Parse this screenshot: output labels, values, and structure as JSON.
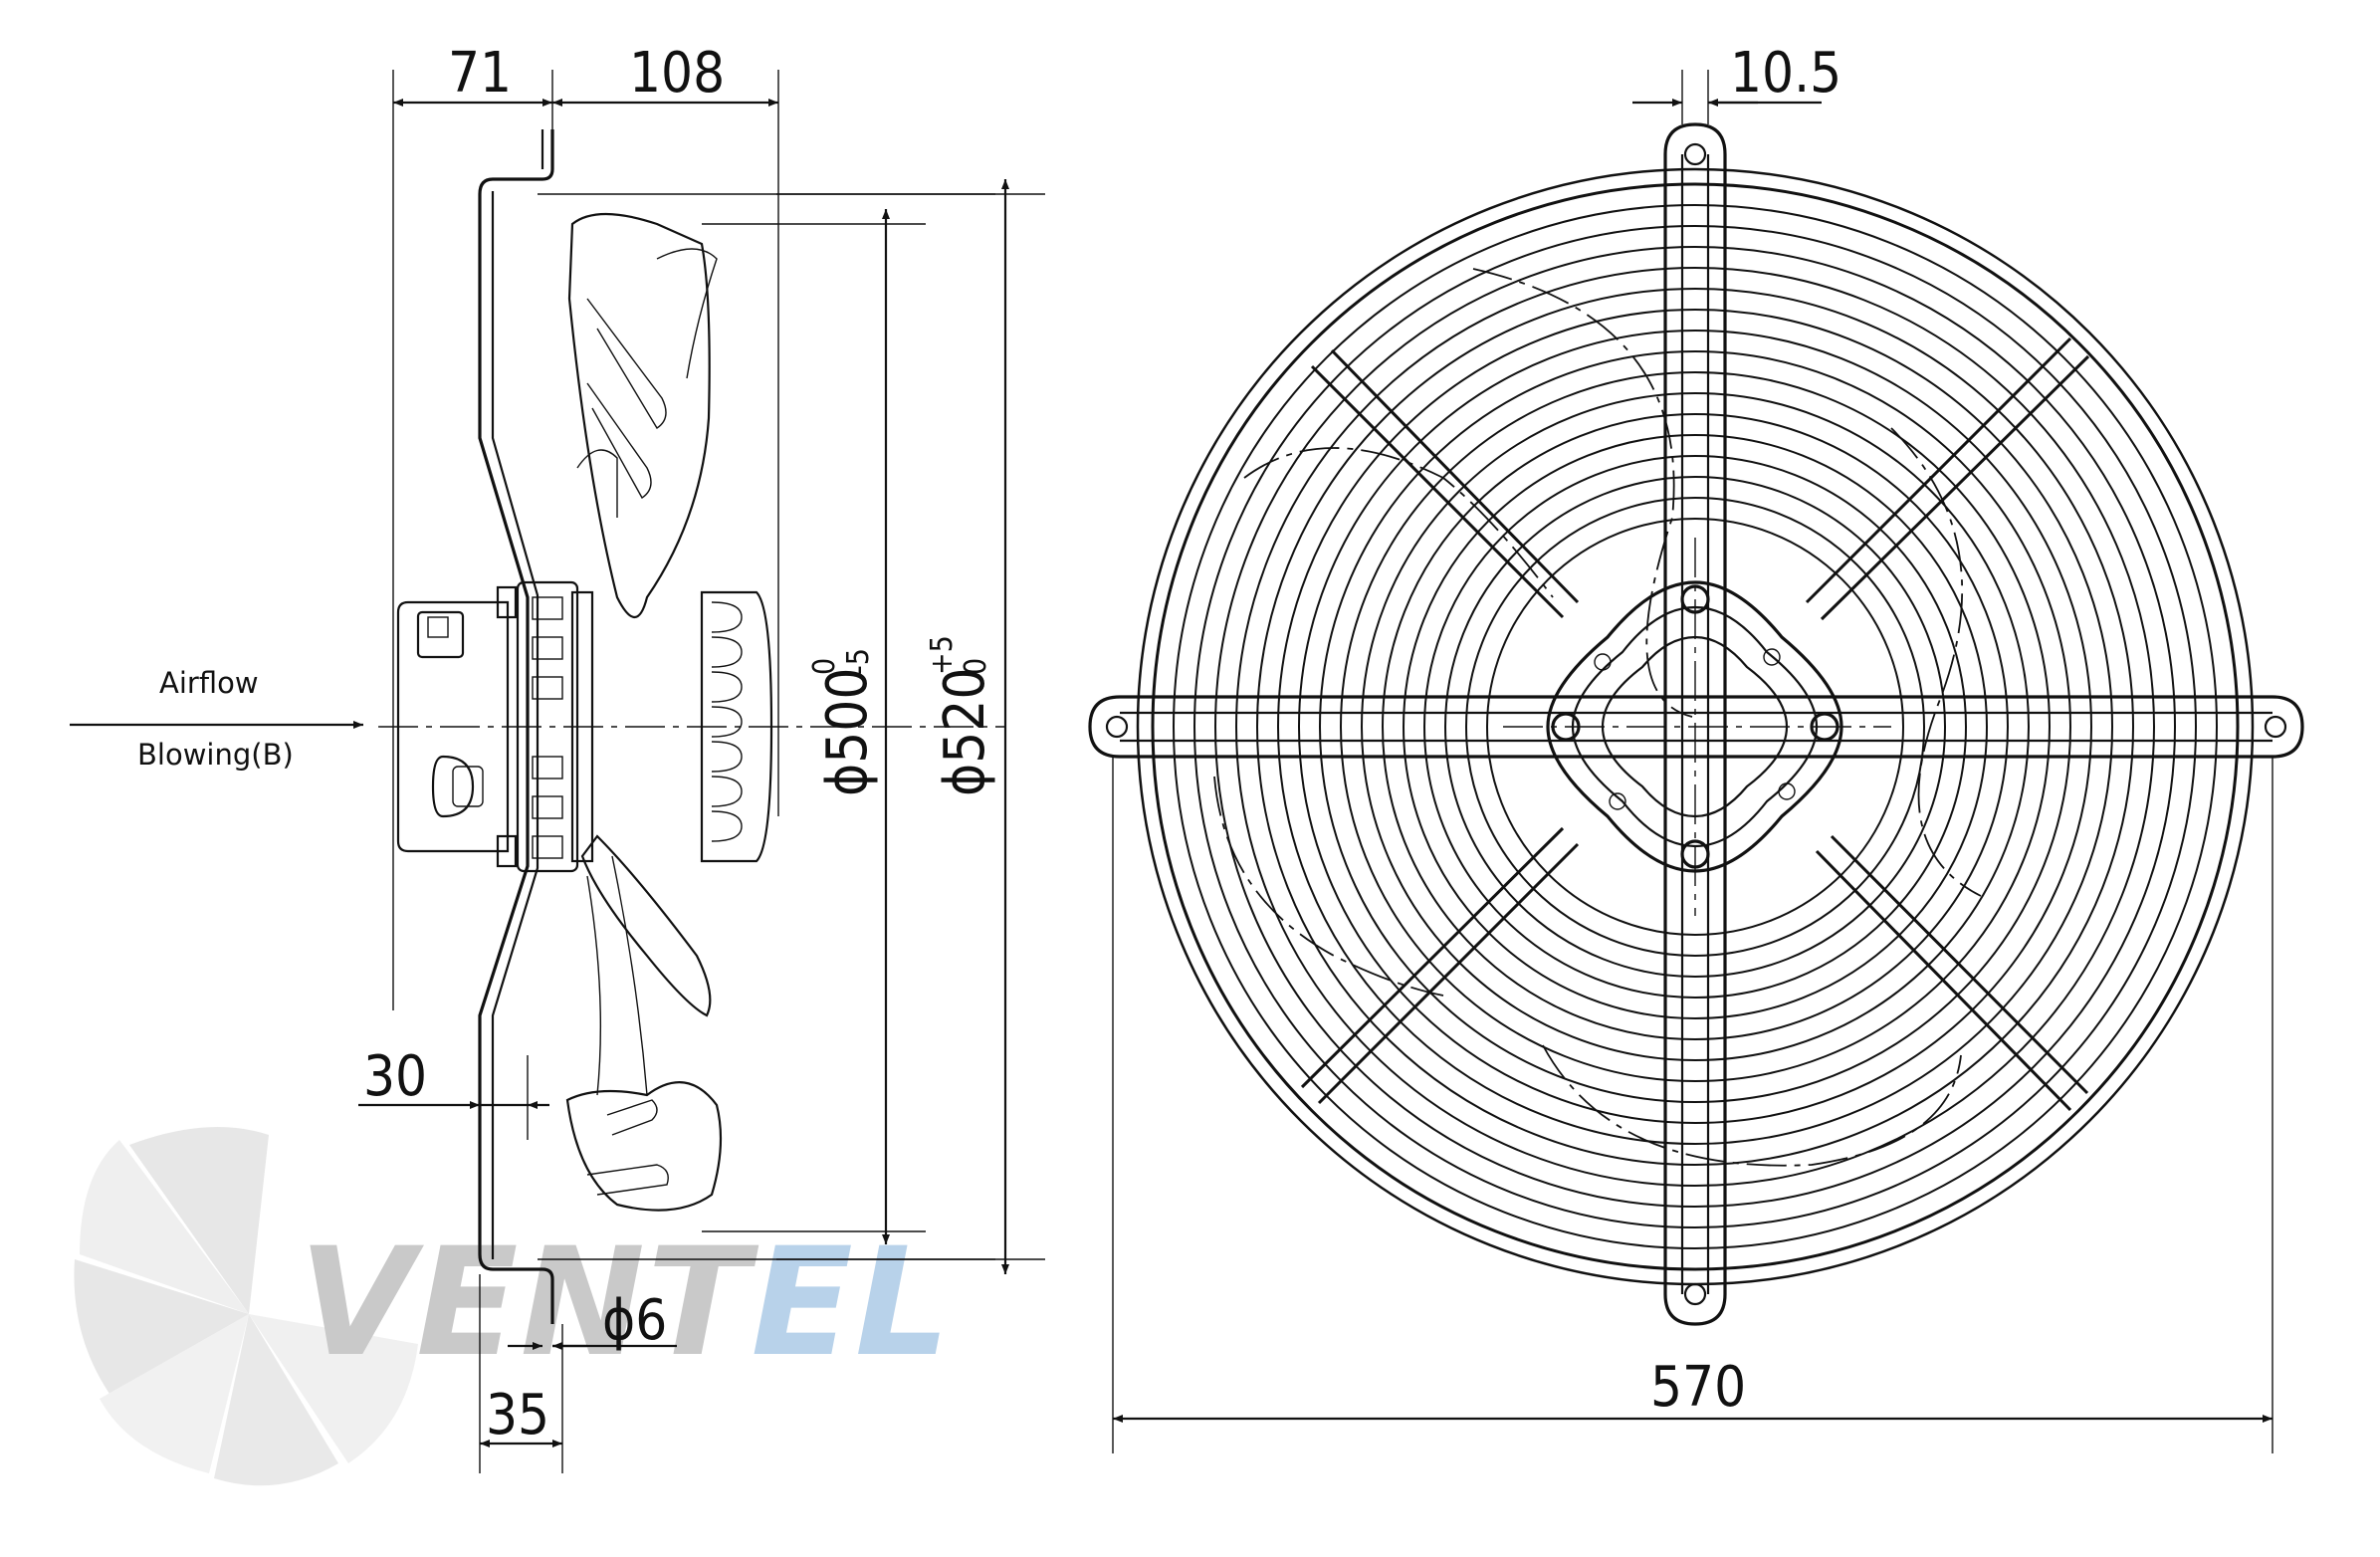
{
  "watermark": {
    "part1": "VENT",
    "part2": "EL",
    "color_gray": "#c9c9c9",
    "color_blue": "#b8d2ea"
  },
  "labels": {
    "airflow": "Airflow",
    "mode": "Blowing(B)"
  },
  "dimensions": {
    "d71": "71",
    "d108": "108",
    "d30": "30",
    "d6": "ϕ6",
    "d35": "35",
    "d10_5": "10.5",
    "d570": "570",
    "dia500": "ϕ500",
    "dia500_tol_upper": "0",
    "dia500_tol_lower": "-5",
    "dia520": "ϕ520",
    "dia520_tol_upper": "+5",
    "dia520_tol_lower": "0"
  }
}
